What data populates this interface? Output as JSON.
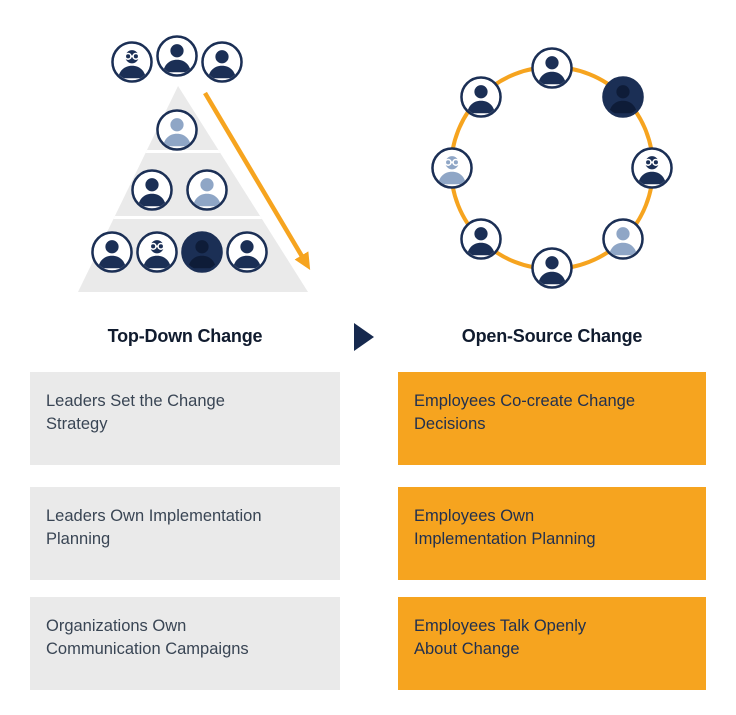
{
  "comparison": {
    "left": {
      "title": "Top-Down Change",
      "figure": "pyramid-of-people",
      "boxes": [
        {
          "lines": [
            "Leaders Set the Change",
            "Strategy"
          ]
        },
        {
          "lines": [
            "Leaders Own Implementation",
            "Planning"
          ]
        },
        {
          "lines": [
            "Organizations Own",
            "Communication Campaigns"
          ]
        }
      ]
    },
    "right": {
      "title": "Open-Source Change",
      "figure": "circle-of-people",
      "boxes": [
        {
          "lines": [
            "Employees Co-create Change",
            "Decisions"
          ]
        },
        {
          "lines": [
            "Employees Own",
            "Implementation Planning"
          ]
        },
        {
          "lines": [
            "Employees Talk Openly",
            "About Change"
          ]
        }
      ]
    },
    "colors": {
      "accent_orange": "#F6A41F",
      "navy": "#1B2F55",
      "box_gray": "#EAEAEA"
    },
    "icons": {
      "pyramid_people": "person-avatar-icon",
      "circle_people": "person-avatar-icon",
      "flow_arrow": "diagonal-arrow-icon",
      "transition": "right-triangle-icon"
    }
  }
}
